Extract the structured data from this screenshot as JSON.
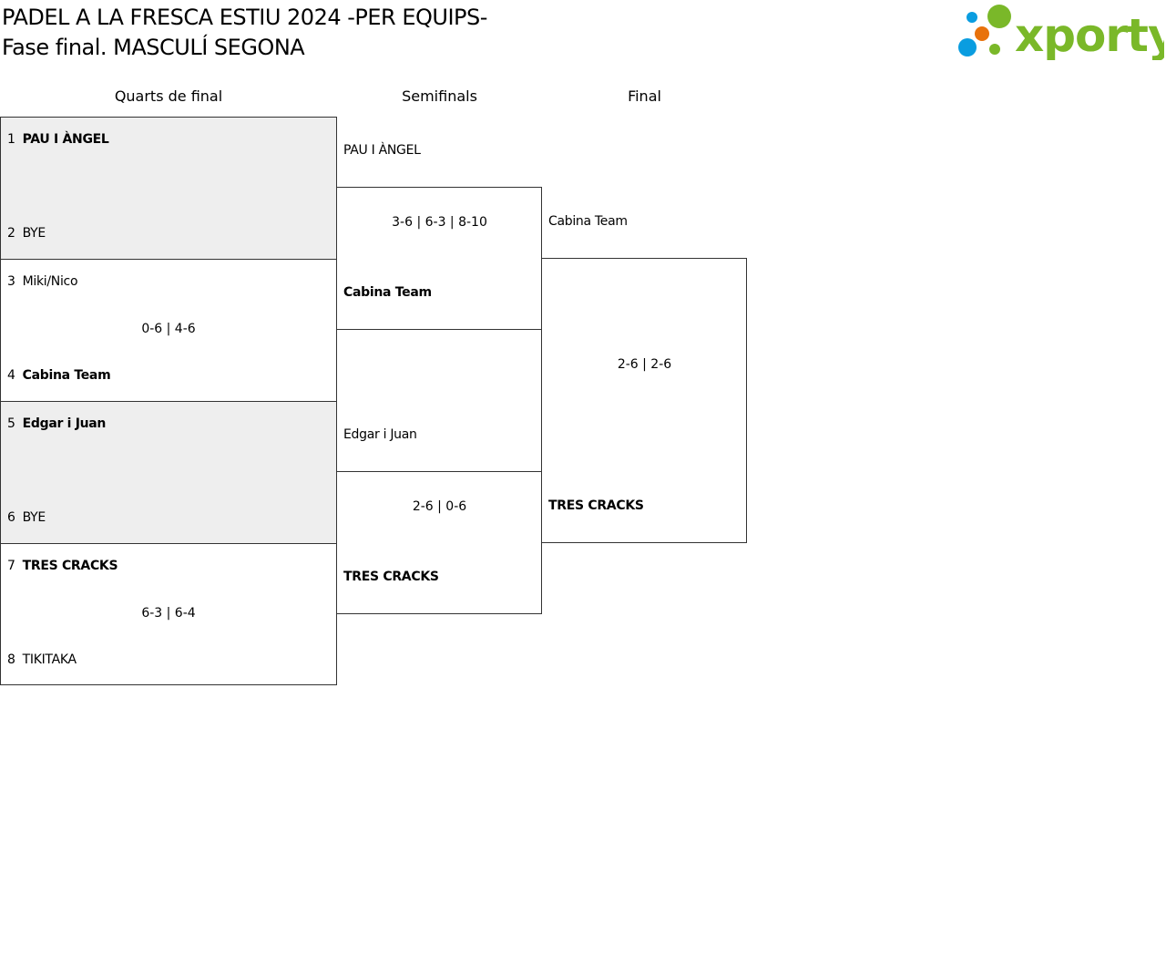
{
  "title_line1": "PADEL A LA FRESCA ESTIU 2024 -PER EQUIPS-",
  "title_line2": "Fase final. MASCULÍ SEGONA",
  "logo_text": "xporty",
  "colors": {
    "logo_green": "#7ab829",
    "logo_blue": "#0a9de0",
    "logo_orange": "#e8720c",
    "bye_bg": "#eeeeee"
  },
  "rounds": [
    "Quarts de final",
    "Semifinals",
    "Final"
  ],
  "quarters": [
    {
      "seed1": "1",
      "team1": "PAU I ÀNGEL",
      "seed2": "2",
      "team2": "BYE",
      "score": ""
    },
    {
      "seed1": "3",
      "team1": "Miki/Nico",
      "seed2": "4",
      "team2": "Cabina Team",
      "score": "0-6 | 4-6"
    },
    {
      "seed1": "5",
      "team1": "Edgar i Juan",
      "seed2": "6",
      "team2": "BYE",
      "score": ""
    },
    {
      "seed1": "7",
      "team1": "TRES CRACKS",
      "seed2": "8",
      "team2": "TIKITAKA",
      "score": "6-3 | 6-4"
    }
  ],
  "semis": [
    {
      "team1": "PAU I ÀNGEL",
      "team2": "Cabina Team",
      "score": "3-6 | 6-3 | 8-10"
    },
    {
      "team1": "Edgar i Juan",
      "team2": "TRES CRACKS",
      "score": "2-6 | 0-6"
    }
  ],
  "final": {
    "team1": "Cabina Team",
    "team2": "TRES CRACKS",
    "score": "2-6 | 2-6"
  }
}
